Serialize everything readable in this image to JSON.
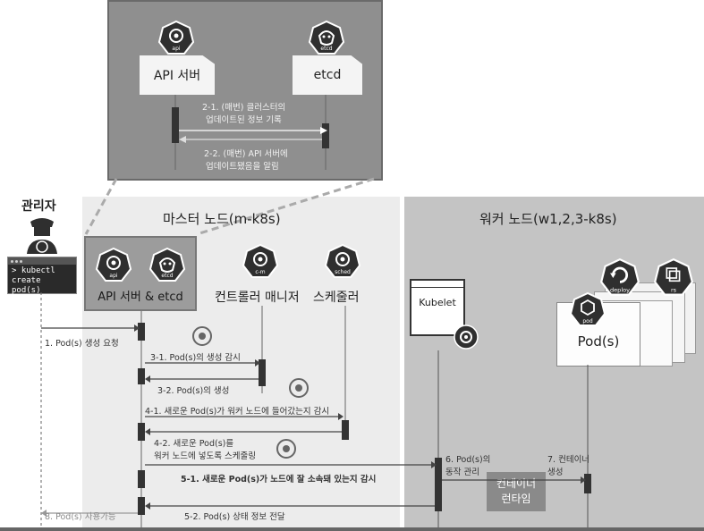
{
  "zoom": {
    "api_tag": "api",
    "api_label": "API 서버",
    "etcd_tag": "etcd",
    "etcd_label": "etcd",
    "step_2_1_line1": "2-1. (매번) 클러스터의",
    "step_2_1_line2": "업데이트된 정보 기록",
    "step_2_2_line1": "2-2. (매번) API 서버에",
    "step_2_2_line2": "업데이트됐음을 알림"
  },
  "admin": {
    "title": "관리자",
    "terminal_line1": "> kubectl",
    "terminal_line2": "create pod(s)"
  },
  "master": {
    "title": "마스터 노드(m-k8s)",
    "api_tag": "api",
    "etcd_tag": "etcd",
    "api_etcd_label": "API 서버 & etcd",
    "cm_tag": "c-m",
    "cm_label": "컨트롤러 매니저",
    "sched_tag": "sched",
    "sched_label": "스케줄러"
  },
  "worker": {
    "title": "워커 노드(w1,2,3-k8s)",
    "kubelet_label": "Kubelet",
    "deploy_tag": "deploy",
    "rs_tag": "rs",
    "pod_tag": "pod",
    "pod_label": "Pod(s)",
    "runtime_line1": "컨테이너",
    "runtime_line2": "런타임"
  },
  "steps": {
    "s1": "1. Pod(s) 생성 요청",
    "s3_1": "3-1. Pod(s)의 생성 감시",
    "s3_2": "3-2. Pod(s)의 생성",
    "s4_1": "4-1. 새로운 Pod(s)가 워커 노드에 들어갔는지 감시",
    "s4_2_line1": "4-2. 새로운 Pod(s)를",
    "s4_2_line2": "워커 노드에 넣도록 스케줄링",
    "s5_1": "5-1. 새로운 Pod(s)가 노드에 잘 소속돼 있는지 감시",
    "s5_2": "5-2. Pod(s) 상태 정보 전달",
    "s6_line1": "6. Pod(s)의",
    "s6_line2": "동작 관리",
    "s7_line1": "7. 컨테이너",
    "s7_line2": "생성",
    "s8": "8. Pod(s) 사용가능"
  },
  "colors": {
    "zoom_bg": "#8f8f8f",
    "master_bg": "#ececec",
    "worker_bg": "#c4c4c4",
    "icon": "#2f2f2f",
    "lifeline": "#555555"
  }
}
